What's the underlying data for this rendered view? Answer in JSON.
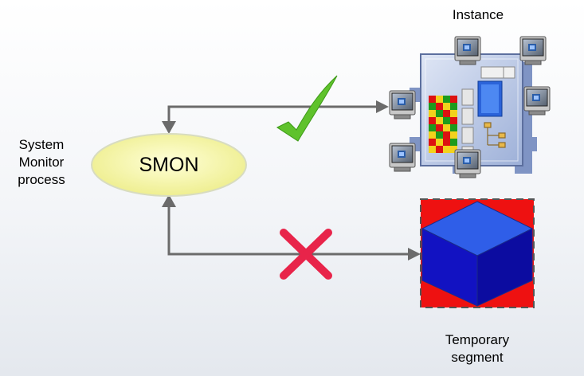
{
  "labels": {
    "process_line1": "System",
    "process_line2": "Monitor",
    "process_line3": "process",
    "smon": "SMON",
    "instance": "Instance",
    "temp_line1": "Temporary",
    "temp_line2": "segment"
  },
  "colors": {
    "ellipse_fill": "#f7f7a8",
    "arrow": "#6b6b6b",
    "check": "#5fc22c",
    "cross": "#e8244a",
    "cube_face": "#1616c8",
    "segment_bg": "#ee1111"
  },
  "icons": {
    "check": "checkmark-icon",
    "cross": "x-mark-icon",
    "server": "server-computer-icon",
    "cube": "cube-icon"
  }
}
